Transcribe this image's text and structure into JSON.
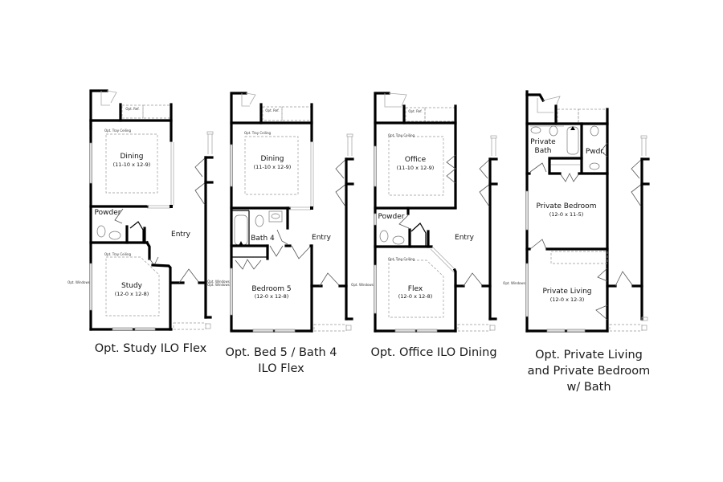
{
  "plans": [
    {
      "caption_line1": "Opt. Study ILO Flex",
      "caption_line2": "",
      "rooms": {
        "top": {
          "name": "Dining",
          "dims": "(11-10 x 12-9)"
        },
        "half_bath": {
          "name": "Powder"
        },
        "entry": {
          "name": "Entry"
        },
        "bottom": {
          "name": "Study",
          "dims": "(12-0 x 12-8)"
        }
      },
      "notes": {
        "ref": "Opt. Ref.",
        "tray_top": "Opt. Tray Ceiling",
        "tray_bottom": "Opt. Tray Ceiling",
        "windows_left": "Opt. Windows",
        "windows_right": "Opt. Windows"
      }
    },
    {
      "caption_line1": "Opt. Bed 5 / Bath 4",
      "caption_line2": "ILO Flex",
      "rooms": {
        "top": {
          "name": "Dining",
          "dims": "(11-10 x 12-9)"
        },
        "bath": {
          "name": "Bath 4"
        },
        "entry": {
          "name": "Entry"
        },
        "bottom": {
          "name": "Bedroom 5",
          "dims": "(12-0 x 12-8)"
        }
      },
      "notes": {
        "ref": "Opt. Ref.",
        "tray_top": "Opt. Tray Ceiling",
        "windows_right": "Opt. Windows"
      }
    },
    {
      "caption_line1": "Opt. Office ILO Dining",
      "caption_line2": "",
      "rooms": {
        "top": {
          "name": "Office",
          "dims": "(11-10 x 12-9)"
        },
        "half_bath": {
          "name": "Powder"
        },
        "entry": {
          "name": "Entry"
        },
        "bottom": {
          "name": "Flex",
          "dims": "(12-0 x 12-8)"
        }
      },
      "notes": {
        "ref": "Opt. Ref.",
        "tray_top": "Opt. Tray Ceiling",
        "tray_bottom": "Opt. Tray Ceiling",
        "windows_left": "Opt. Windows"
      }
    },
    {
      "caption_line1": "Opt. Private Living",
      "caption_line2": "and Private Bedroom",
      "caption_line3": "w/ Bath",
      "rooms": {
        "bath": {
          "name_line1": "Private",
          "name_line2": "Bath"
        },
        "half_bath": {
          "name": "Pwdr."
        },
        "middle": {
          "name": "Private Bedroom",
          "dims": "(12-0 x 11-5)"
        },
        "bottom": {
          "name": "Private Living",
          "dims": "(12-0 x 12-3)"
        }
      },
      "notes": {
        "windows_left": "Opt. Windows"
      }
    }
  ]
}
